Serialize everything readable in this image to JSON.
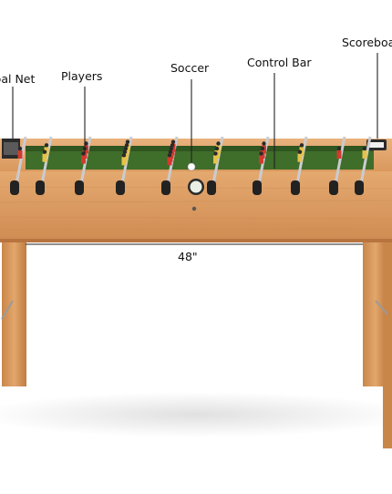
{
  "labels": {
    "goal_net": "Goal Net",
    "players": "Players",
    "soccer": "Soccer",
    "control_bar": "Control Bar",
    "scoreboard": "Scoreboard"
  },
  "dimension": {
    "width": "48\""
  },
  "colors": {
    "wood_light": "#e2a771",
    "wood_mid": "#d59257",
    "wood_dark": "#b8743f",
    "field_green": "#3f6d2a",
    "red_team": "#d23a2e",
    "yellow_team": "#e6c24a",
    "chrome": "#c9ccd1"
  }
}
